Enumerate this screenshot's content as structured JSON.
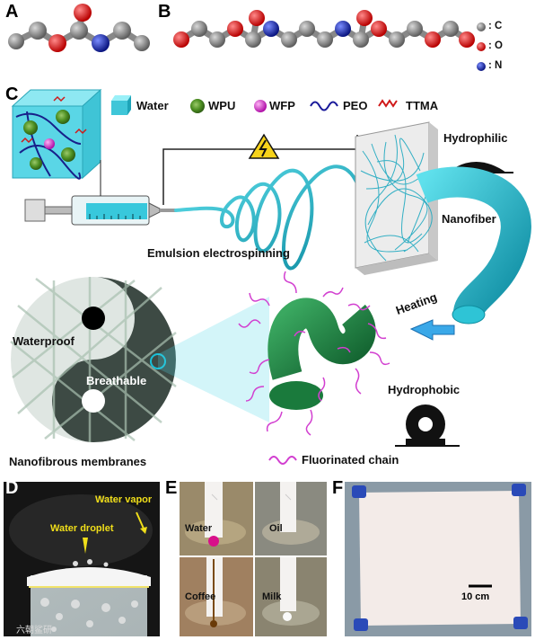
{
  "panels": {
    "A": "A",
    "B": "B",
    "C": "C",
    "D": "D",
    "E": "E",
    "F": "F"
  },
  "atom_legend": {
    "C": ": C",
    "O": ": O",
    "N": ": N"
  },
  "colors": {
    "carbon": "#7a7a7a",
    "oxygen": "#e01818",
    "nitrogen": "#1c2fb8",
    "fiber": "#2ab8c8",
    "wpu": "#5aa02a",
    "wfp": "#d62fc8",
    "fluorinated": "#d23fd0"
  },
  "legend_c": {
    "water": "Water",
    "wpu": "WPU",
    "wfp": "WFP",
    "peo": "PEO",
    "ttma": "TTMA"
  },
  "labels_c": {
    "hydrophilic": "Hydrophilic",
    "nanofiber": "Nanofiber",
    "emulsion": "Emulsion electrospinning",
    "heating": "Heating",
    "waterproof": "Waterproof",
    "breathable": "Breathable",
    "hydrophobic": "Hydrophobic",
    "membranes": "Nanofibrous membranes",
    "fluorinated_chain": "Fluorinated chain"
  },
  "panel_d": {
    "water_vapor": "Water vapor",
    "water_droplet": "Water droplet"
  },
  "panel_e": {
    "water": "Water",
    "oil": "Oil",
    "coffee": "Coffee",
    "milk": "Milk"
  },
  "panel_f": {
    "scale": "10 cm"
  },
  "watermark": "六朝鲨研"
}
